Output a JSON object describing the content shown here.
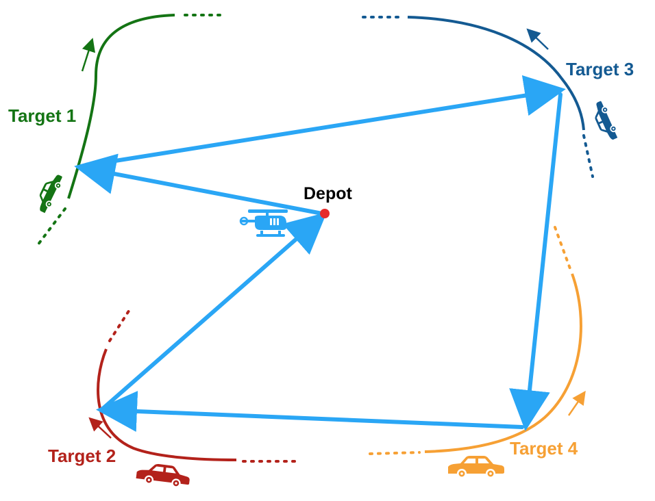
{
  "colors": {
    "route": "#2aa6f5",
    "depot": "#e62b2b",
    "target1": "#147414",
    "target2": "#b3221b",
    "target3": "#145a92",
    "target4": "#f6a034",
    "depot_label": "#000000"
  },
  "depot": {
    "label": "Depot"
  },
  "targets": [
    {
      "label": "Target 1",
      "icon": "car-icon"
    },
    {
      "label": "Target 2",
      "icon": "car-icon"
    },
    {
      "label": "Target 3",
      "icon": "car-icon"
    },
    {
      "label": "Target 4",
      "icon": "car-icon"
    }
  ],
  "vehicle": {
    "icon": "helicopter-icon"
  }
}
